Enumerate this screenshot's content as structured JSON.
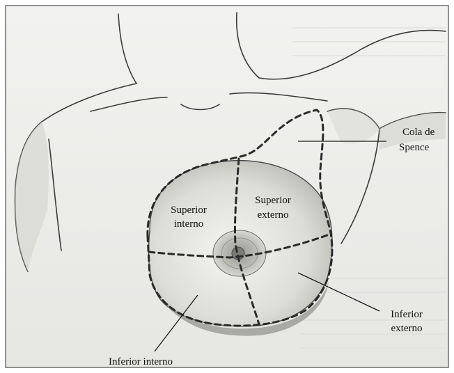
{
  "figure": {
    "labels": {
      "cola_line1": "Cola de",
      "cola_line2": "Spence",
      "superior_interno_line1": "Superior",
      "superior_interno_line2": "interno",
      "superior_externo_line1": "Superior",
      "superior_externo_line2": "externo",
      "inferior_externo_line1": "Inferior",
      "inferior_externo_line2": "externo",
      "inferior_interno": "Inferior interno"
    },
    "colors": {
      "background": "#ffffff",
      "paper": "#eeeeec",
      "ink": "#1a1a1a",
      "dashed_outline": "#2a2a2a"
    }
  }
}
